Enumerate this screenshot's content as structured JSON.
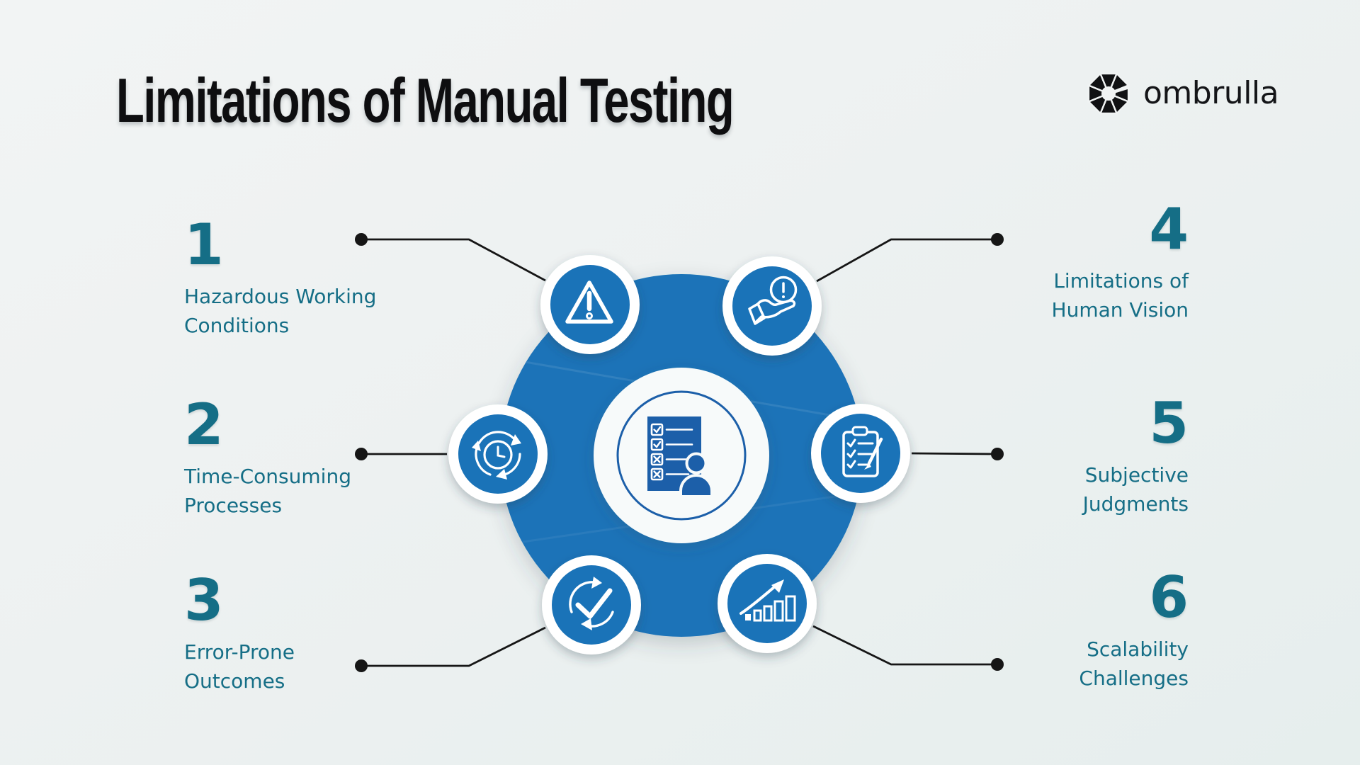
{
  "header": {
    "title": "Limitations of Manual Testing",
    "brand": "ombrulla"
  },
  "items": [
    {
      "number": "1",
      "label": "Hazardous Working\nConditions",
      "icon": "warning-triangle-icon",
      "position": "top-left"
    },
    {
      "number": "2",
      "label": "Time-Consuming\nProcesses",
      "icon": "time-cycle-icon",
      "position": "middle-left"
    },
    {
      "number": "3",
      "label": "Error-Prone\nOutcomes",
      "icon": "check-cycle-icon",
      "position": "bottom-left"
    },
    {
      "number": "4",
      "label": "Limitations of\nHuman Vision",
      "icon": "hand-alert-icon",
      "position": "top-right"
    },
    {
      "number": "5",
      "label": "Subjective\nJudgments",
      "icon": "clipboard-checklist-icon",
      "position": "middle-right"
    },
    {
      "number": "6",
      "label": "Scalability\nChallenges",
      "icon": "growth-chart-icon",
      "position": "bottom-right"
    }
  ],
  "diagram": {
    "center_icon": "checklist-person-icon",
    "satellite_count": 6
  },
  "colors": {
    "primary_blue": "#1a73b8",
    "dark_blue": "#1c5fa9",
    "teal_text": "#156e86",
    "line_black": "#161616",
    "background": "#edf1f1",
    "white": "#ffffff"
  }
}
